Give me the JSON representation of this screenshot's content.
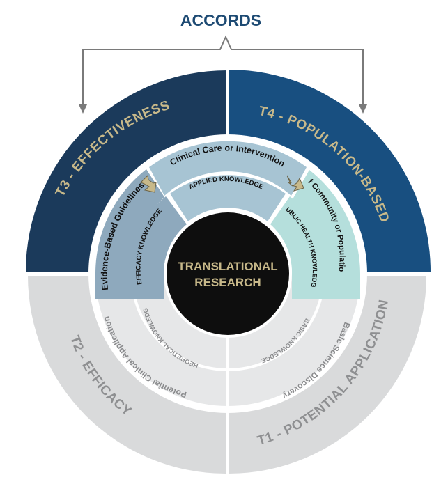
{
  "title": "ACCORDS",
  "colors": {
    "t3": "#1b3a5b",
    "t4": "#184f80",
    "t12": "#d9dadb",
    "t12_text": "#8e8f91",
    "gold": "#c8b98a",
    "ring_blue": "#a7c4d3",
    "ring_teal": "#b5dfdc",
    "ring_steel": "#8ea9bd",
    "ring_grey_light": "#e6e7e8",
    "center": "#0e0e0e",
    "title": "#1d4a73",
    "bracket": "#7a7a7a",
    "arrow_fill": "#c8b98a"
  },
  "quadrants": {
    "t3": {
      "label": "T3 - EFFECTIVENESS",
      "mid": "Evidence-Based Guidelines",
      "inner": "EFFICACY KNOWLEDGE"
    },
    "t4": {
      "label": "T4 - POPULATION-BASED",
      "mid": "Health of Community or Population; Policy",
      "inner": "PUBLIC HEALTH KNOWLEDGE"
    },
    "t1": {
      "label": "T1 - POTENTIAL APPLICATION",
      "mid": "Basic Science Discovery",
      "inner": "BASIC KNOWLEDGE"
    },
    "t2": {
      "label": "T2 - EFFICACY",
      "mid": "Potential Clinical Application",
      "inner": "THEORETICAL KNOWLEDGE"
    }
  },
  "top_segment": {
    "mid": "Clinical Care or Intervention",
    "inner": "APPLIED KNOWLEDGE"
  },
  "center": {
    "line1": "TRANSLATIONAL",
    "line2": "RESEARCH"
  }
}
